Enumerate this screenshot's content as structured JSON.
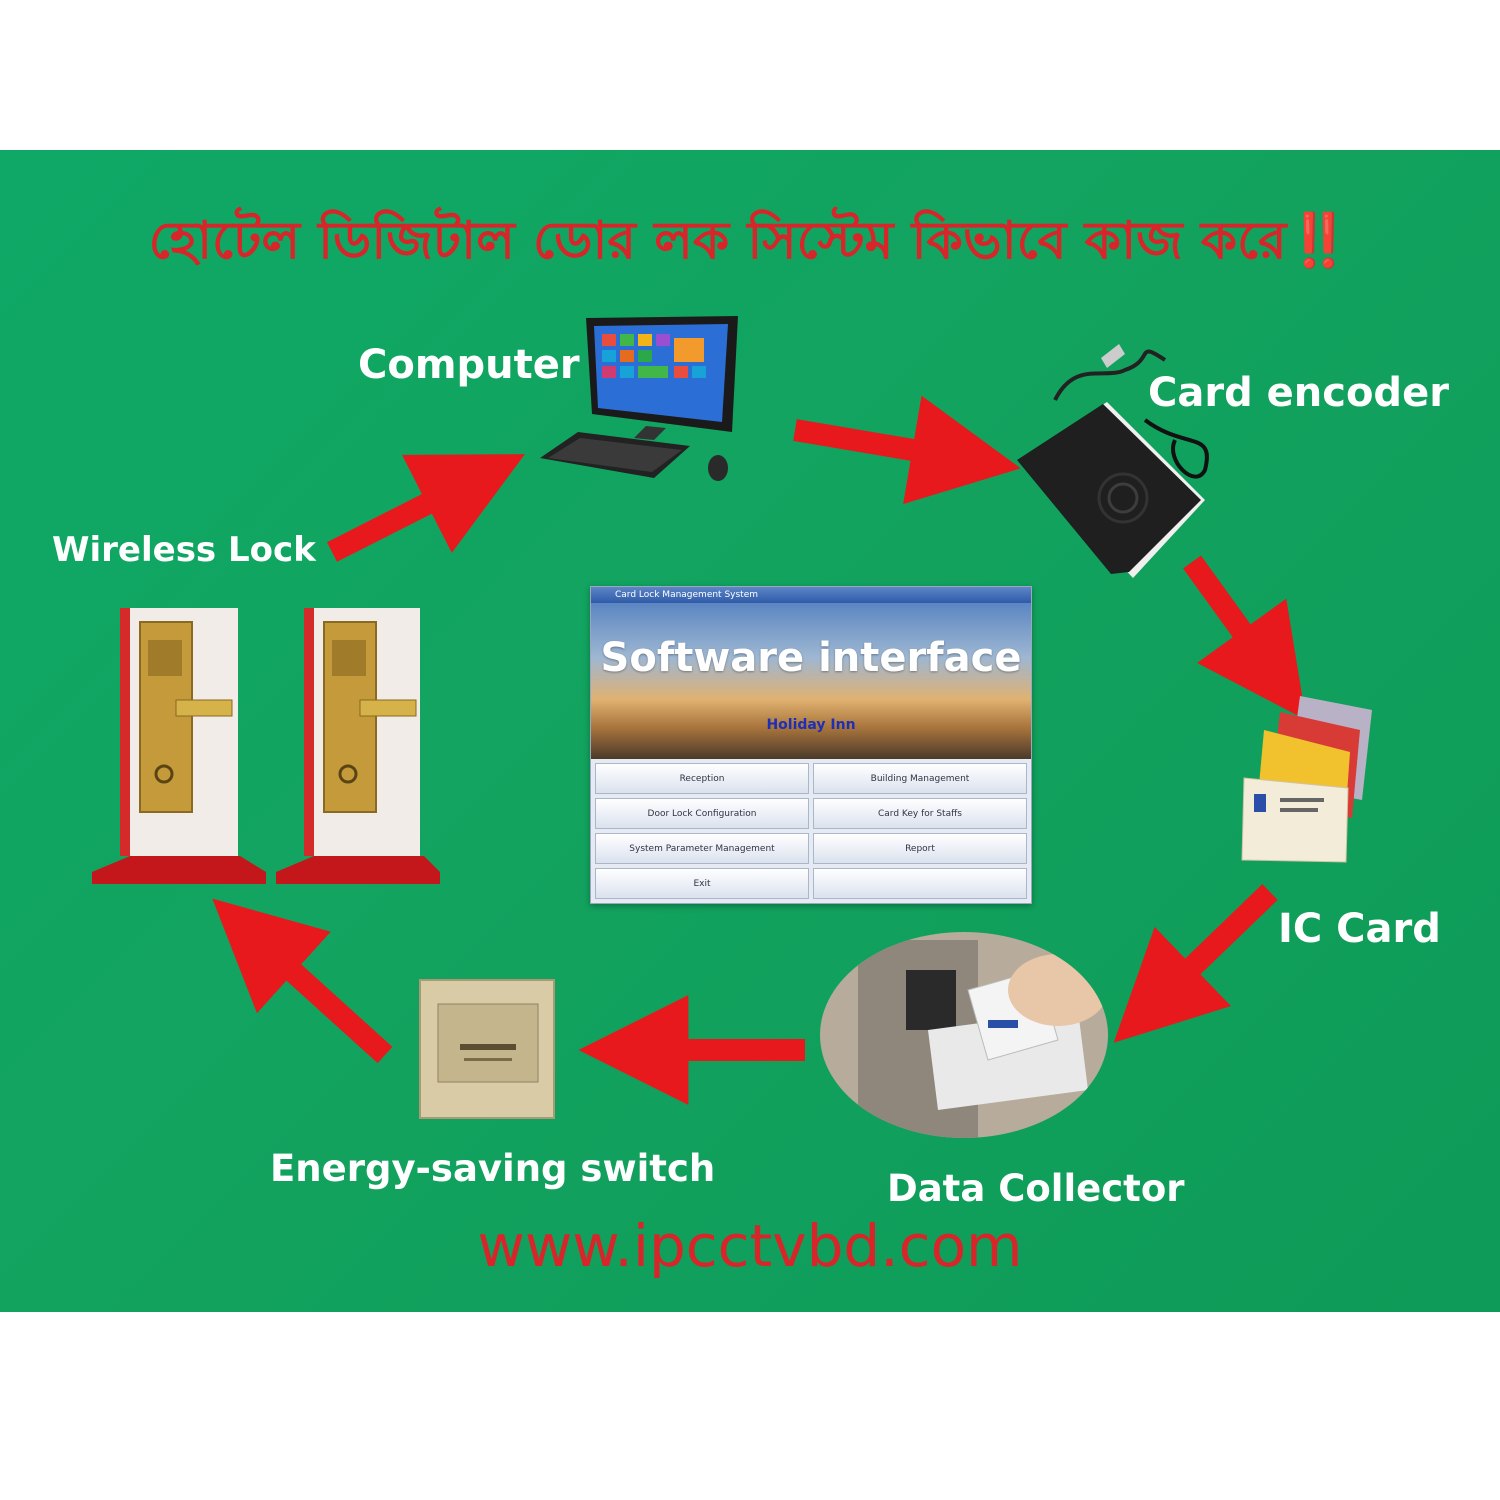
{
  "title": "হোটেল ডিজিটাল ডোর লক সিস্টেম কিভাবে কাজ করে‼️",
  "url": "www.ipcctvbd.com",
  "nodes": {
    "computer": "Computer",
    "card_encoder": "Card encoder",
    "wireless_lock": "Wireless Lock",
    "software_interface": "Software interface",
    "ic_card": "IC Card",
    "data_collector": "Data Collector",
    "energy_switch": "Energy-saving switch"
  },
  "software_window": {
    "titlebar": "Card Lock Management System",
    "hotel_name": "Holiday Inn",
    "buttons": [
      "Reception",
      "Building Management",
      "Door Lock Configuration",
      "Card Key for Staffs",
      "System Parameter Management",
      "Report",
      "Exit",
      ""
    ]
  },
  "colors": {
    "background": "#11a461",
    "title": "#d8252a",
    "arrow": "#e8191c",
    "label": "#ffffff"
  },
  "icons": [
    "computer-icon",
    "card-encoder-icon",
    "ic-card-icon",
    "data-collector-icon",
    "energy-switch-icon",
    "door-lock-icon"
  ]
}
